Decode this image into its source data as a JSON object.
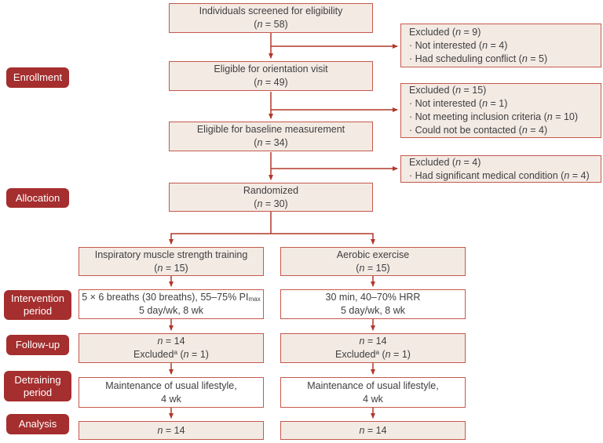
{
  "palette": {
    "box_fill": "#f3eae4",
    "box_border": "#c5594c",
    "arrow": "#b2382b",
    "side_label_fill": "#a52e2e",
    "side_label_text": "#ffffff",
    "text_color": "#3e3e3e",
    "background": "#ffffff"
  },
  "side_labels": {
    "enrollment": "Enrollment",
    "allocation": "Allocation",
    "intervention": "Intervention period",
    "followup": "Follow-up",
    "detraining": "Detraining period",
    "analysis": "Analysis"
  },
  "flow": {
    "screened": {
      "line1": "Individuals screened for eligibility",
      "line2": "(*n* = 58)"
    },
    "orientation": {
      "line1": "Eligible for orientation visit",
      "line2": "(*n* = 49)"
    },
    "baseline": {
      "line1": "Eligible for baseline measurement",
      "line2": "(*n* = 34)"
    },
    "randomized": {
      "line1": "Randomized",
      "line2": "(*n* = 30)"
    },
    "excluded1": {
      "title": "Excluded (*n* = 9)",
      "items": [
        "· Not interested (*n* = 4)",
        "· Had scheduling conflict (*n* = 5)"
      ]
    },
    "excluded2": {
      "title": "Excluded (*n* = 15)",
      "items": [
        "· Not interested (*n* = 1)",
        "· Not meeting inclusion criteria (*n* = 10)",
        "· Could not be contacted (*n* = 4)"
      ]
    },
    "excluded3": {
      "title": "Excluded (*n* = 4)",
      "items": [
        "· Had significant medical condition (*n* = 4)"
      ]
    }
  },
  "left_column": {
    "group": {
      "line1": "Inspiratory muscle strength training",
      "line2": "(*n* = 15)"
    },
    "intervention": {
      "line1": "5 × 6 breaths (30 breaths), 55–75% PI~max~",
      "line2": "5 day/wk, 8 wk"
    },
    "followup": {
      "line1": "*n* = 14",
      "line2": "Excluded^a^ (*n* = 1)"
    },
    "detraining": {
      "line1": "Maintenance of usual lifestyle,",
      "line2": "4 wk"
    },
    "analysis": {
      "line1": "*n* = 14"
    }
  },
  "right_column": {
    "group": {
      "line1": "Aerobic exercise",
      "line2": "(*n* = 15)"
    },
    "intervention": {
      "line1": "30 min, 40–70% HRR",
      "line2": "5 day/wk, 8 wk"
    },
    "followup": {
      "line1": "*n* = 14",
      "line2": "Excluded^a^ (*n* = 1)"
    },
    "detraining": {
      "line1": "Maintenance of usual lifestyle,",
      "line2": "4 wk"
    },
    "analysis": {
      "line1": "*n* = 14"
    }
  }
}
